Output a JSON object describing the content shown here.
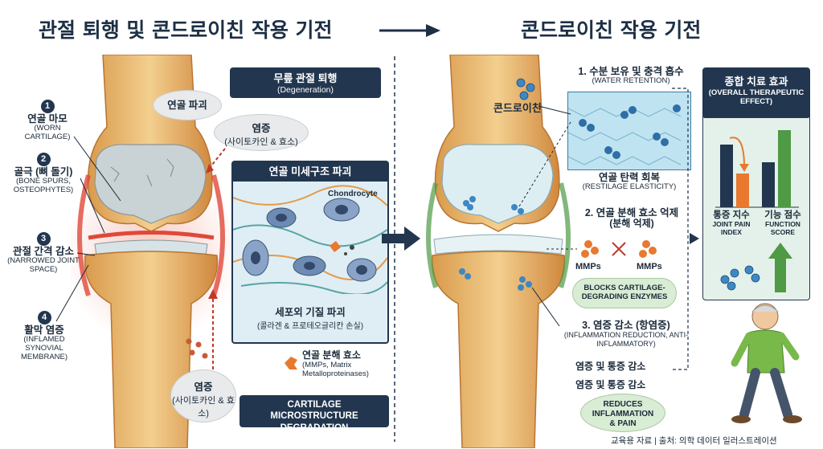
{
  "titles": {
    "left": "관절 퇴행 및 콘드로이친 작용 기전",
    "right": "콘드로이친 작용 기전"
  },
  "left_labels": [
    {
      "num": "1",
      "ko": "연골 마모",
      "en": "(WORN CARTILAGE)"
    },
    {
      "num": "2",
      "ko": "골극 (뼈 돌기)",
      "en": "(BONE SPURS, OSTEOPHYTES)"
    },
    {
      "num": "3",
      "ko": "관절 간격 감소",
      "en": "(NARROWED JOINT SPACE)"
    },
    {
      "num": "4",
      "ko": "활막 염증",
      "en": "(INFLAMED SYNOVIAL MEMBRANE)"
    }
  ],
  "bubbles": {
    "cartilage_breakdown": "연골 파괴",
    "inflammation_top_ko": "염증",
    "inflammation_top_sub": "(사이토카인 & 효소)",
    "inflammation_bottom_ko": "염증",
    "inflammation_bottom_sub": "(사이토카인 & 효소)"
  },
  "degeneration_box": {
    "ko": "무릎 관절 퇴행",
    "en": "(Degeneration)"
  },
  "micro_panel": {
    "title": "연골 미세구조 파괴",
    "chondrocyte": "Chondrocyte",
    "matrix_ko": "세포외 기질 파괴",
    "matrix_sub": "(콜라겐 & 프로테오글리칸 손실)"
  },
  "enzyme": {
    "ko": "연골 분해 효소",
    "en": "(MMPs, Matrix Metalloproteinases)"
  },
  "cartilage_micro_box": "CARTILAGE MICROSTRUCTURE DEGRADATION",
  "chondroitin_label": "콘드로이친",
  "mech1": {
    "title": "1. 수분 보유 및 충격 흡수",
    "en": "(WATER RETENTION)",
    "result_ko": "연골 탄력 회복",
    "result_en": "(RESTILAGE ELASTICITY)"
  },
  "mech2": {
    "title": "2. 연골 분해 효소 억제",
    "sub": "(분해 억제)",
    "mmp_left": "MMPs",
    "mmp_right": "MMPs",
    "blocks": "BLOCKS CARTILAGE-DEGRADING ENZYMES"
  },
  "mech3": {
    "title": "3. 염증 감소 (항염증)",
    "en": "(INFLAMMATION REDUCTION, ANTI-INFLAMMATORY)",
    "line1": "염증 및 통증 감소",
    "line2": "염증 및 통증 감소",
    "reduces": "REDUCES INFLAMMATION & PAIN"
  },
  "overall": {
    "title_ko": "종합 치료 효과",
    "title_en": "(OVERALL THERAPEUTIC EFFECT)",
    "pain_ko": "통증 지수",
    "pain_en": "JOINT PAIN INDEX",
    "func_ko": "기능 점수",
    "func_en": "FUNCTION SCORE"
  },
  "footer": "교육용 자료 | 출처: 의학 데이터 일러스트레이션",
  "colors": {
    "navy": "#22364f",
    "bone": "#e8b76a",
    "cartilage_damaged": "#c9d2d4",
    "cartilage_healthy": "#dceef2",
    "inflammation": "#e0483a",
    "green": "#4f9a45",
    "orange": "#e8792f"
  }
}
